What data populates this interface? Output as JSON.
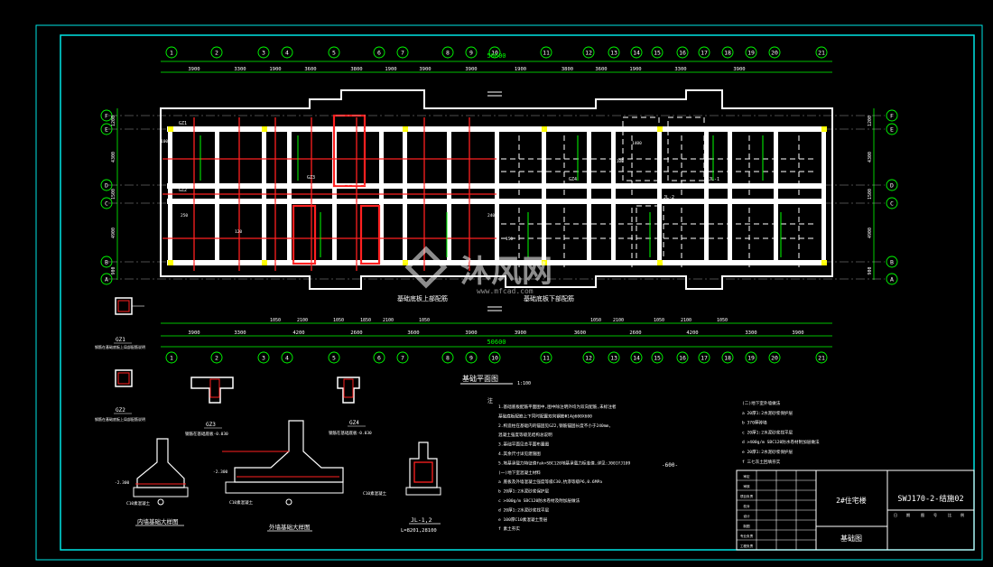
{
  "colors": {
    "background": "#000000",
    "frame": "#00e5e5",
    "wall": "#ffffff",
    "dim": "#00ff00",
    "rebar": "#ff2020",
    "yellow": "#ffff00",
    "hidden": "#ffffff"
  },
  "grid": {
    "top_labels": [
      "1",
      "2",
      "3",
      "4",
      "5",
      "6",
      "7",
      "8",
      "9",
      "10",
      "11",
      "12",
      "13",
      "14",
      "15",
      "16",
      "17",
      "18",
      "19",
      "20",
      "21"
    ],
    "bottom_labels": [
      "1",
      "2",
      "3",
      "4",
      "5",
      "6",
      "7",
      "8",
      "9",
      "10",
      "11",
      "12",
      "13",
      "14",
      "15",
      "16",
      "17",
      "18",
      "19",
      "20",
      "21"
    ],
    "row_labels": [
      "F",
      "E",
      "D",
      "C",
      "B",
      "A"
    ],
    "top_dims": [
      "3900",
      "3300",
      "1900",
      "3600",
      "3800",
      "1900",
      "3900",
      "3900",
      "1900",
      "3800",
      "3600",
      "1900",
      "3300",
      "3900"
    ],
    "bottom_dims": [
      "3900",
      "3300",
      "4200",
      "2600",
      "3600",
      "3900",
      "3900",
      "3600",
      "2600",
      "4200",
      "3300",
      "3900"
    ],
    "overall_dim": "50600",
    "left_dims": [
      "1200",
      "4300",
      "1500",
      "4900",
      "900"
    ],
    "right_dims": [
      "1200",
      "4300",
      "1500",
      "4900",
      "900"
    ],
    "inner_dims": [
      "1050",
      "2100",
      "1050",
      "1850",
      "2100",
      "1050",
      "1050",
      "2100",
      "1050",
      "2100",
      "1050"
    ]
  },
  "plan": {
    "title": "基础平面图",
    "scale": "1:100",
    "label_upper": "基础底板上部配筋",
    "label_lower": "基础底板下部配筋",
    "tags": [
      "GZ1",
      "GZ2",
      "GZ3",
      "GZ4",
      "JL-1",
      "JL-2",
      "JL-1",
      "JL-2"
    ],
    "sizes": [
      "250",
      "120",
      "240",
      "150",
      "1400",
      "1100",
      "1000"
    ]
  },
  "details": {
    "gz1": "GZ1",
    "gz1_note": "钢筋在基础底板上局部配筋说明",
    "gz2": "GZ2",
    "gz2_note": "钢筋在基础底板上局部配筋说明",
    "gz3": "GZ3",
    "gz3_note": "钢筋在基础底板-0.030",
    "gz4": "GZ4",
    "gz4_note": "钢筋在基础底板-0.030",
    "sec1": "内墙基础大样图",
    "sec2": "外墙基础大样图",
    "sec3": "JL-1,2",
    "sec3_sub": "L=8201,28100",
    "c10a": "C10素混凝土",
    "c10b": "C10素混凝土",
    "c10c": "C10素混凝土",
    "elev": "-2.300",
    "elev2": "-2.300"
  },
  "notes": {
    "header": "注",
    "left": [
      "1.基础底板配筋平面图中,图中除注明外均为双向配筋,未标注者",
      "  基础底板配筋上下同时配置双向钢筋Φ14@600X600",
      "2.构造柱在基础内的锚固见GZ2,钢筋锚固长度不小于240mm,",
      "  混凝土强度等级见结构总说明",
      "3.基础平面见总平面布置图",
      "4.其余尺寸详见建施图",
      "5.地基承载力特征值fak=SBC120地基承载力标准值,详见:J001YJ109",
      "(一)地下室混凝土材料",
      "a 底板及外墙混凝土强度等级C30,抗渗等级P6,0.6MPa",
      "b 20厚1:2水泥砂浆保护层",
      "c >400g/m SBC120防水卷材及附加层做法",
      "d 20厚1:2水泥砂浆找平层",
      "e 100厚C10素混凝土垫层",
      "f 素土夯实"
    ],
    "right": [
      "(二)地下室外墙做法",
      "a 20厚1:2水泥砂浆保护层",
      "b 370厚砖墙",
      "c 20厚1:2水泥砂浆找平层",
      "d >400g/m SBC120防水卷材附加层做法",
      "e 20厚1:2水泥砂浆保护层",
      "f 三七灰土回填夯实"
    ],
    "marker": "-600-"
  },
  "title_block": {
    "project": "2#住宅楼",
    "drawing_no": "SWJ170-2-结施02",
    "drawing_name": "基础图",
    "row_labels": [
      "审定",
      "审核",
      "项目负责",
      "校对",
      "设计",
      "制图",
      "专业负责",
      "工程负责"
    ],
    "small": [
      "日",
      "期",
      "图",
      "号",
      "比",
      "例"
    ]
  },
  "watermark": {
    "text": "沐风网",
    "url": "www.mfcad.com"
  }
}
